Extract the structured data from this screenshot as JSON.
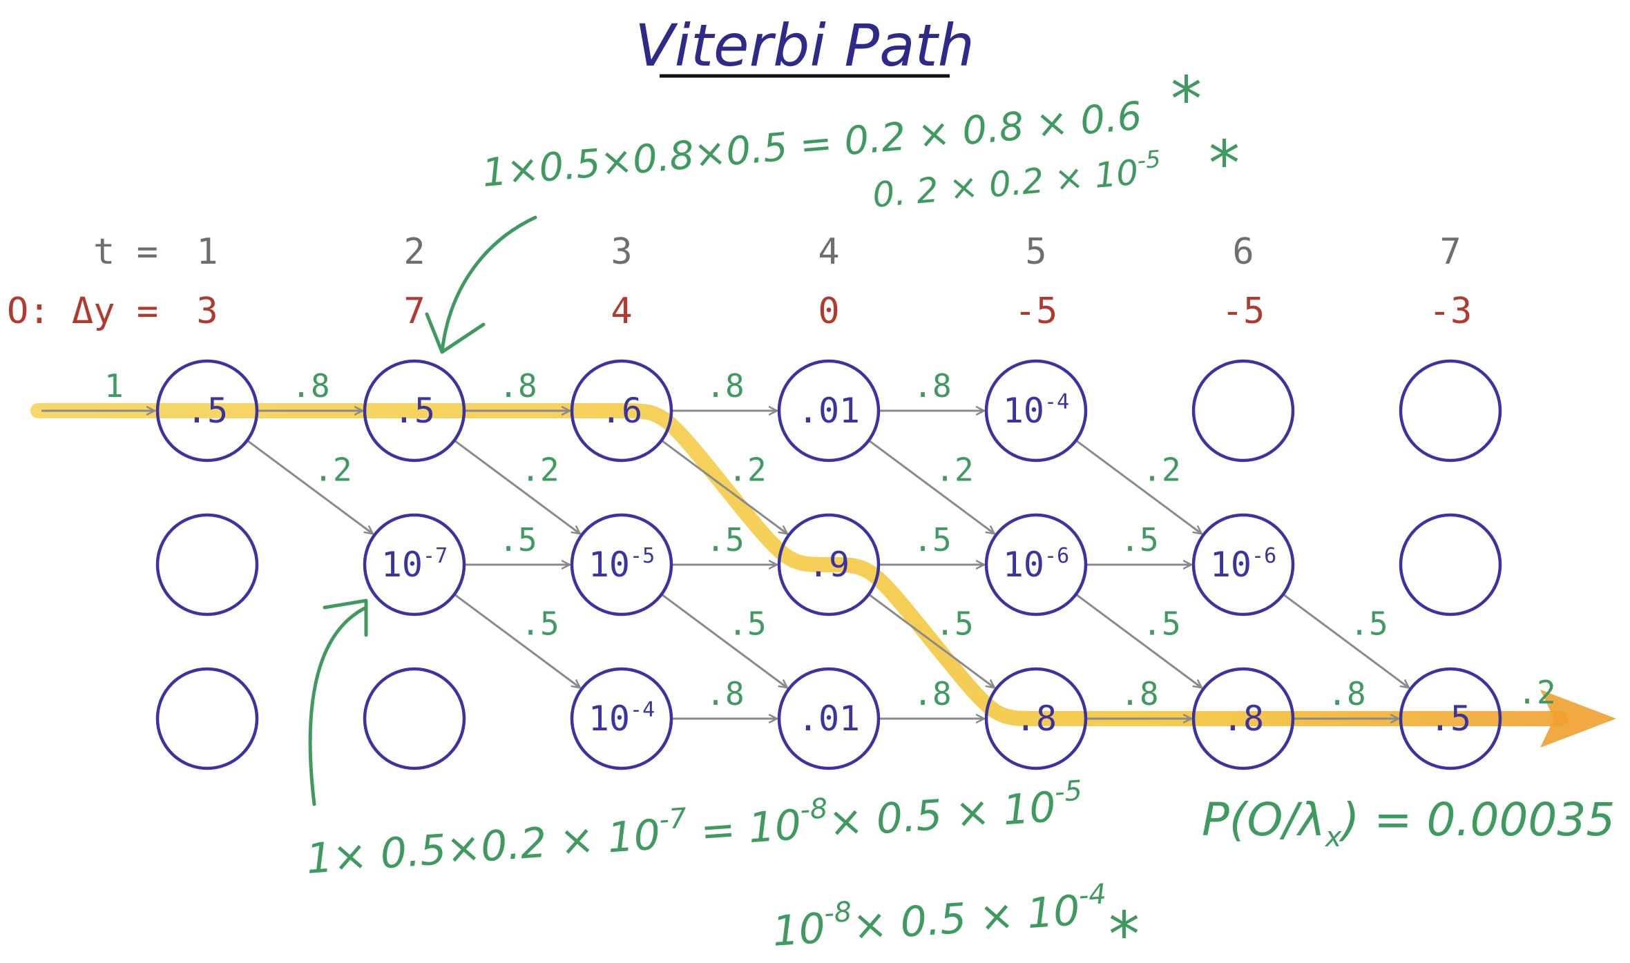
{
  "title": "Viterbi Path",
  "header": {
    "t_label": "t =",
    "o_label": "O: Δy =",
    "t_values": [
      "1",
      "2",
      "3",
      "4",
      "5",
      "6",
      "7"
    ],
    "obs_values": [
      "3",
      "7",
      "4",
      "0",
      "-5",
      "-5",
      "-3"
    ]
  },
  "states": [
    {
      "t": 1,
      "row": 0,
      "label": ".5"
    },
    {
      "t": 1,
      "row": 1,
      "label": ""
    },
    {
      "t": 1,
      "row": 2,
      "label": ""
    },
    {
      "t": 2,
      "row": 0,
      "label": ".5"
    },
    {
      "t": 2,
      "row": 1,
      "label": "10",
      "exp": "-7"
    },
    {
      "t": 2,
      "row": 2,
      "label": ""
    },
    {
      "t": 3,
      "row": 0,
      "label": ".6"
    },
    {
      "t": 3,
      "row": 1,
      "label": "10",
      "exp": "-5"
    },
    {
      "t": 3,
      "row": 2,
      "label": "10",
      "exp": "-4"
    },
    {
      "t": 4,
      "row": 0,
      "label": ".01"
    },
    {
      "t": 4,
      "row": 1,
      "label": ".9"
    },
    {
      "t": 4,
      "row": 2,
      "label": ".01"
    },
    {
      "t": 5,
      "row": 0,
      "label": "10",
      "exp": "-4"
    },
    {
      "t": 5,
      "row": 1,
      "label": "10",
      "exp": "-6"
    },
    {
      "t": 5,
      "row": 2,
      "label": ".8"
    },
    {
      "t": 6,
      "row": 0,
      "label": ""
    },
    {
      "t": 6,
      "row": 1,
      "label": "10",
      "exp": "-6"
    },
    {
      "t": 6,
      "row": 2,
      "label": ".8"
    },
    {
      "t": 7,
      "row": 0,
      "label": ""
    },
    {
      "t": 7,
      "row": 1,
      "label": ""
    },
    {
      "t": 7,
      "row": 2,
      "label": ".5"
    }
  ],
  "start_arrow_label": "1",
  "end_arrow_label": ".2",
  "transitions": [
    {
      "from": [
        1,
        0
      ],
      "to": [
        2,
        0
      ],
      "label": ".8"
    },
    {
      "from": [
        1,
        0
      ],
      "to": [
        2,
        1
      ],
      "label": ".2"
    },
    {
      "from": [
        2,
        0
      ],
      "to": [
        3,
        0
      ],
      "label": ".8"
    },
    {
      "from": [
        2,
        0
      ],
      "to": [
        3,
        1
      ],
      "label": ".2"
    },
    {
      "from": [
        2,
        1
      ],
      "to": [
        3,
        1
      ],
      "label": ".5"
    },
    {
      "from": [
        2,
        1
      ],
      "to": [
        3,
        2
      ],
      "label": ".5"
    },
    {
      "from": [
        3,
        0
      ],
      "to": [
        4,
        0
      ],
      "label": ".8"
    },
    {
      "from": [
        3,
        0
      ],
      "to": [
        4,
        1
      ],
      "label": ".2"
    },
    {
      "from": [
        3,
        1
      ],
      "to": [
        4,
        1
      ],
      "label": ".5"
    },
    {
      "from": [
        3,
        1
      ],
      "to": [
        4,
        2
      ],
      "label": ".5"
    },
    {
      "from": [
        3,
        2
      ],
      "to": [
        4,
        2
      ],
      "label": ".8"
    },
    {
      "from": [
        4,
        0
      ],
      "to": [
        5,
        0
      ],
      "label": ".8"
    },
    {
      "from": [
        4,
        0
      ],
      "to": [
        5,
        1
      ],
      "label": ".2"
    },
    {
      "from": [
        4,
        1
      ],
      "to": [
        5,
        1
      ],
      "label": ".5"
    },
    {
      "from": [
        4,
        1
      ],
      "to": [
        5,
        2
      ],
      "label": ".5"
    },
    {
      "from": [
        4,
        2
      ],
      "to": [
        5,
        2
      ],
      "label": ".8"
    },
    {
      "from": [
        5,
        0
      ],
      "to": [
        6,
        1
      ],
      "label": ".2"
    },
    {
      "from": [
        5,
        1
      ],
      "to": [
        6,
        1
      ],
      "label": ".5"
    },
    {
      "from": [
        5,
        1
      ],
      "to": [
        6,
        2
      ],
      "label": ".5"
    },
    {
      "from": [
        5,
        2
      ],
      "to": [
        6,
        2
      ],
      "label": ".8"
    },
    {
      "from": [
        6,
        1
      ],
      "to": [
        7,
        2
      ],
      "label": ".5"
    },
    {
      "from": [
        6,
        2
      ],
      "to": [
        7,
        2
      ],
      "label": ".8"
    }
  ],
  "viterbi_path": [
    [
      1,
      0
    ],
    [
      2,
      0
    ],
    [
      3,
      0
    ],
    [
      4,
      1
    ],
    [
      5,
      2
    ],
    [
      6,
      2
    ],
    [
      7,
      2
    ]
  ],
  "annotations": {
    "top_line1": "1×0.5×0.8×0.5 = 0.2 × 0.8 × 0.6",
    "top_line1_star": "*",
    "top_line2_base": "0. 2 × 0.2 × 10",
    "top_line2_exp": "-5",
    "top_line2_star": "*",
    "bottom_line1_a": "1× 0.5×0.2 × 10",
    "bottom_line1_a_exp": "-7",
    "bottom_line1_b": " = 10",
    "bottom_line1_b_exp": "-8",
    "bottom_line1_c": "× 0.5 × 10",
    "bottom_line1_c_exp": "-5",
    "bottom_line2_a": "10",
    "bottom_line2_a_exp": "-8",
    "bottom_line2_b": "× 0.5 × 10",
    "bottom_line2_b_exp": "-4",
    "bottom_line2_star": "*",
    "result": "P(O/λ",
    "result_sub": "x",
    "result_end": ") = 0.00035"
  },
  "colors": {
    "title": "#2e2a8a",
    "node": "#3a33a0",
    "node_text": "#3a33a0",
    "t_label": "#6e6e6e",
    "obs": "#b03a2e",
    "edge": "#8a8a8a",
    "edge_label": "#3f9a5f",
    "annotation": "#3f9a5f",
    "path": "#f2c230",
    "path_end": "#f0a030"
  }
}
